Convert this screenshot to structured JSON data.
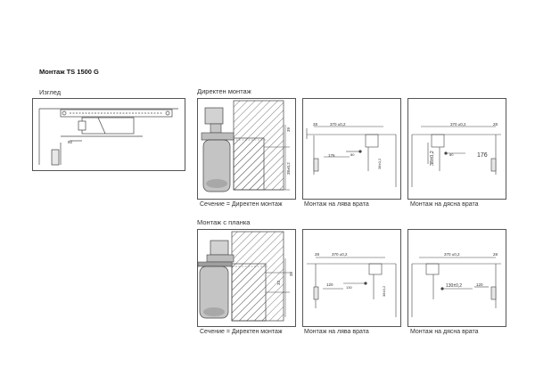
{
  "title": "Монтаж TS 1500 G",
  "view_heading": "Изглед",
  "direct_heading": "Директен монтаж",
  "plate_heading": "Монтаж с планка",
  "captions": {
    "section_direct": "Сечение = Директен монтаж",
    "left_door": "Монтаж на лява врата",
    "right_door": "Монтаж на дясна врата"
  },
  "dims": {
    "view": {
      "d92": "92"
    },
    "sec_direct": {
      "d39": "39",
      "d38": "38±0,2"
    },
    "left_direct": {
      "d28": "28",
      "d370": "370 ±0,2",
      "d176": "176",
      "d38": "38±0,2",
      "d80": "80"
    },
    "right_direct": {
      "d28": "28",
      "d370": "370 ±0,2",
      "d176": "176",
      "d38": "38±0,2",
      "d80": "80"
    },
    "sec_plate": {
      "d33": "33",
      "d38": "38"
    },
    "left_plate": {
      "d28": "28",
      "d370": "370 ±0,2",
      "d120": "120",
      "d130": "130",
      "d38": "38±0,2"
    },
    "right_plate": {
      "d28": "28",
      "d370": "370 ±0,2",
      "d130": "130±0,2",
      "d120": "120"
    }
  }
}
